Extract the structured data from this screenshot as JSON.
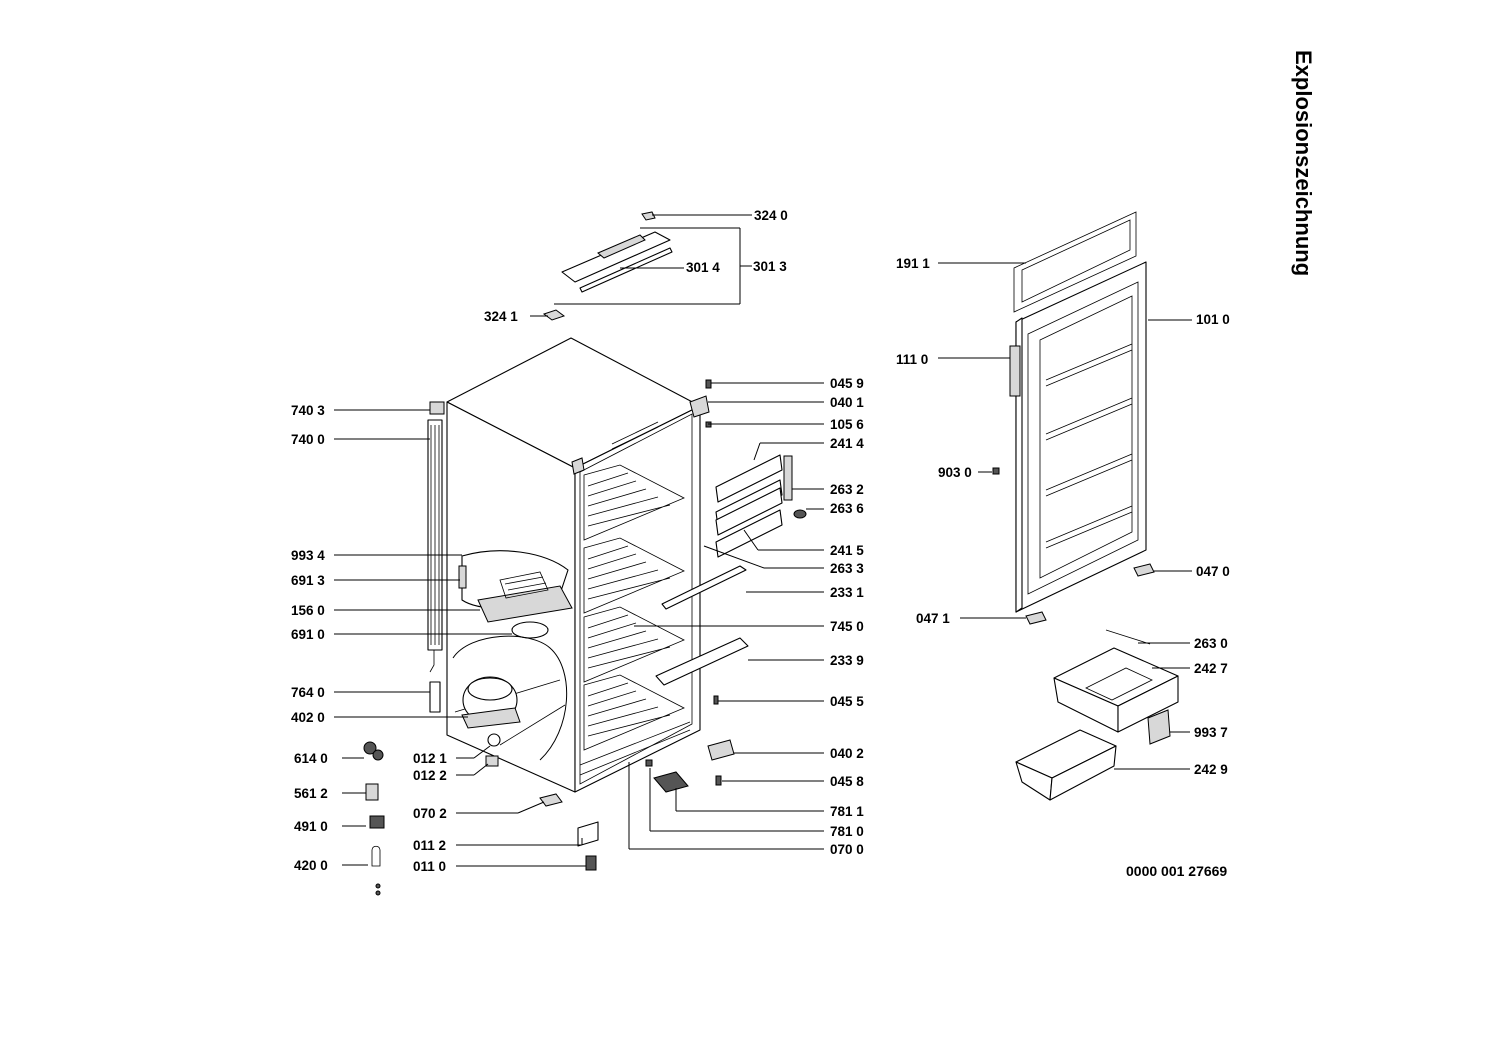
{
  "title": "Explosionszeichnung",
  "document_number": "0000 001 27669",
  "part_labels": {
    "p3240": "324 0",
    "p3014": "301 4",
    "p3013": "301 3",
    "p3241": "324 1",
    "p1911": "191 1",
    "p1010": "101 0",
    "p1110": "111 0",
    "p0459": "045 9",
    "p0401": "040 1",
    "p1056": "105 6",
    "p2414": "241 4",
    "p2632": "263 2",
    "p2636": "263 6",
    "p2415": "241 5",
    "p2633": "263 3",
    "p9030": "903 0",
    "p0470": "047 0",
    "p0471": "047 1",
    "p7403": "740 3",
    "p7400": "740 0",
    "p9934": "993 4",
    "p6913": "691 3",
    "p1560": "156 0",
    "p6910": "691 0",
    "p2331": "233 1",
    "p7450": "745 0",
    "p2339": "233 9",
    "p2630": "263 0",
    "p2427": "242 7",
    "p7640": "764 0",
    "p4020": "402 0",
    "p0455": "045 5",
    "p9937": "993 7",
    "p6140": "614 0",
    "p0121": "012 1",
    "p0122": "012 2",
    "p0402": "040 2",
    "p2429": "242 9",
    "p5612": "561 2",
    "p0458": "045 8",
    "p0702": "070 2",
    "p7811": "781 1",
    "p4910": "491 0",
    "p0112": "011 2",
    "p7810": "781 0",
    "p0700": "070 0",
    "p4200": "420 0",
    "p0110": "011 0"
  }
}
